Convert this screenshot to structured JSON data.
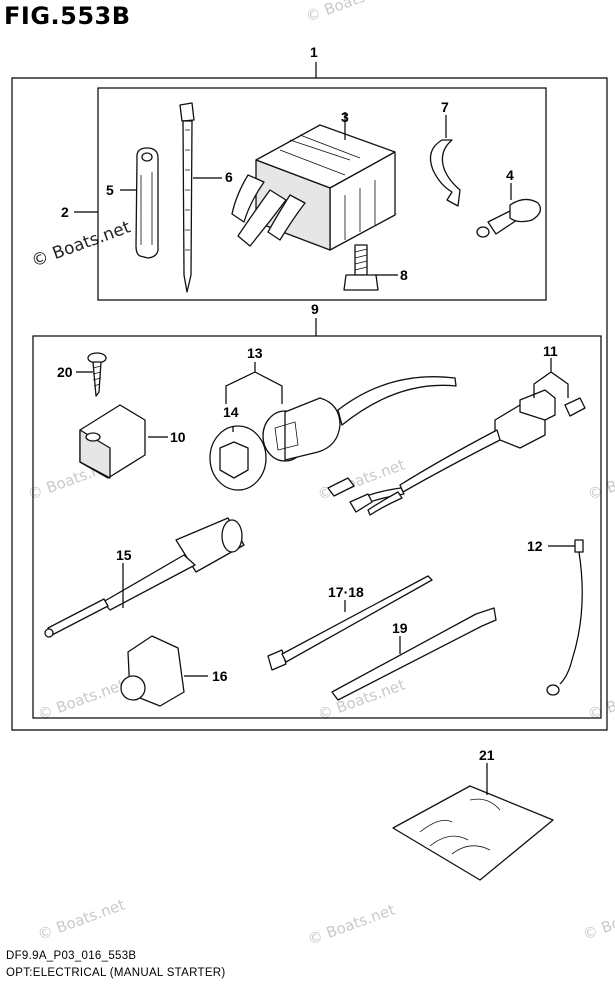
{
  "figure": {
    "title": "FIG.553B",
    "code": "DF9.9A_P03_016_553B",
    "caption": "OPT:ELECTRICAL (MANUAL STARTER)"
  },
  "watermark": {
    "text": "© Boats.net"
  },
  "callouts": {
    "c1": "1",
    "c2": "2",
    "c3": "3",
    "c4": "4",
    "c5": "5",
    "c6": "6",
    "c7": "7",
    "c8": "8",
    "c9": "9",
    "c10": "10",
    "c11": "11",
    "c12": "12",
    "c13": "13",
    "c14": "14",
    "c15": "15",
    "c16": "16",
    "c17_18": "17·18",
    "c19": "19",
    "c20": "20",
    "c21": "21"
  }
}
